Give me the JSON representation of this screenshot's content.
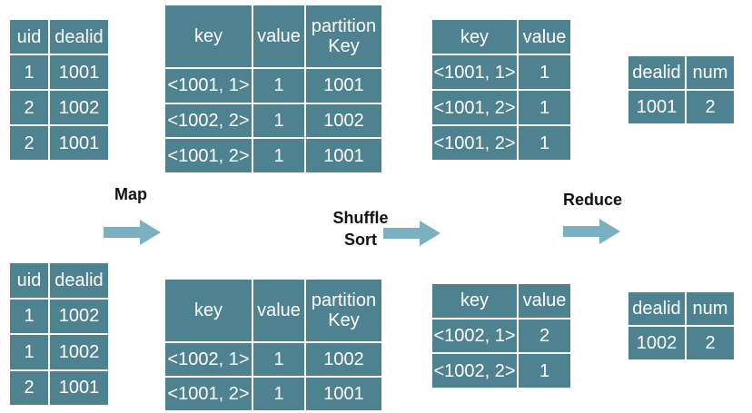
{
  "colors": {
    "cell_fill": "#4f8290",
    "grid": "#ffffff",
    "arrow": "#7ab0c0",
    "text": "#111111"
  },
  "stages": {
    "map": "Map",
    "shuffle_line1": "Shuffle",
    "shuffle_line2": "Sort",
    "reduce": "Reduce"
  },
  "input_top": {
    "headers": [
      "uid",
      "dealid"
    ],
    "rows": [
      [
        "1",
        "1001"
      ],
      [
        "2",
        "1002"
      ],
      [
        "2",
        "1001"
      ]
    ]
  },
  "input_bottom": {
    "headers": [
      "uid",
      "dealid"
    ],
    "rows": [
      [
        "1",
        "1002"
      ],
      [
        "1",
        "1002"
      ],
      [
        "2",
        "1001"
      ]
    ]
  },
  "map_top": {
    "headers": [
      "key",
      "value",
      "partition Key"
    ],
    "rows": [
      [
        "<1001, 1>",
        "1",
        "1001"
      ],
      [
        "<1002, 2>",
        "1",
        "1002"
      ],
      [
        "<1001, 2>",
        "1",
        "1001"
      ]
    ]
  },
  "map_bottom": {
    "headers": [
      "key",
      "value",
      "partition Key"
    ],
    "rows": [
      [
        "<1002, 1>",
        "1",
        "1002"
      ],
      [
        "<1001, 2>",
        "1",
        "1001"
      ]
    ]
  },
  "shuffle_top": {
    "headers": [
      "key",
      "value"
    ],
    "rows": [
      [
        "<1001, 1>",
        "1"
      ],
      [
        "<1001, 2>",
        "1"
      ],
      [
        "<1001, 2>",
        "1"
      ]
    ]
  },
  "shuffle_bottom": {
    "headers": [
      "key",
      "value"
    ],
    "rows": [
      [
        "<1002, 1>",
        "2"
      ],
      [
        "<1002, 2>",
        "1"
      ]
    ]
  },
  "reduce_top": {
    "headers": [
      "dealid",
      "num"
    ],
    "rows": [
      [
        "1001",
        "2"
      ]
    ]
  },
  "reduce_bottom": {
    "headers": [
      "dealid",
      "num"
    ],
    "rows": [
      [
        "1002",
        "2"
      ]
    ]
  }
}
